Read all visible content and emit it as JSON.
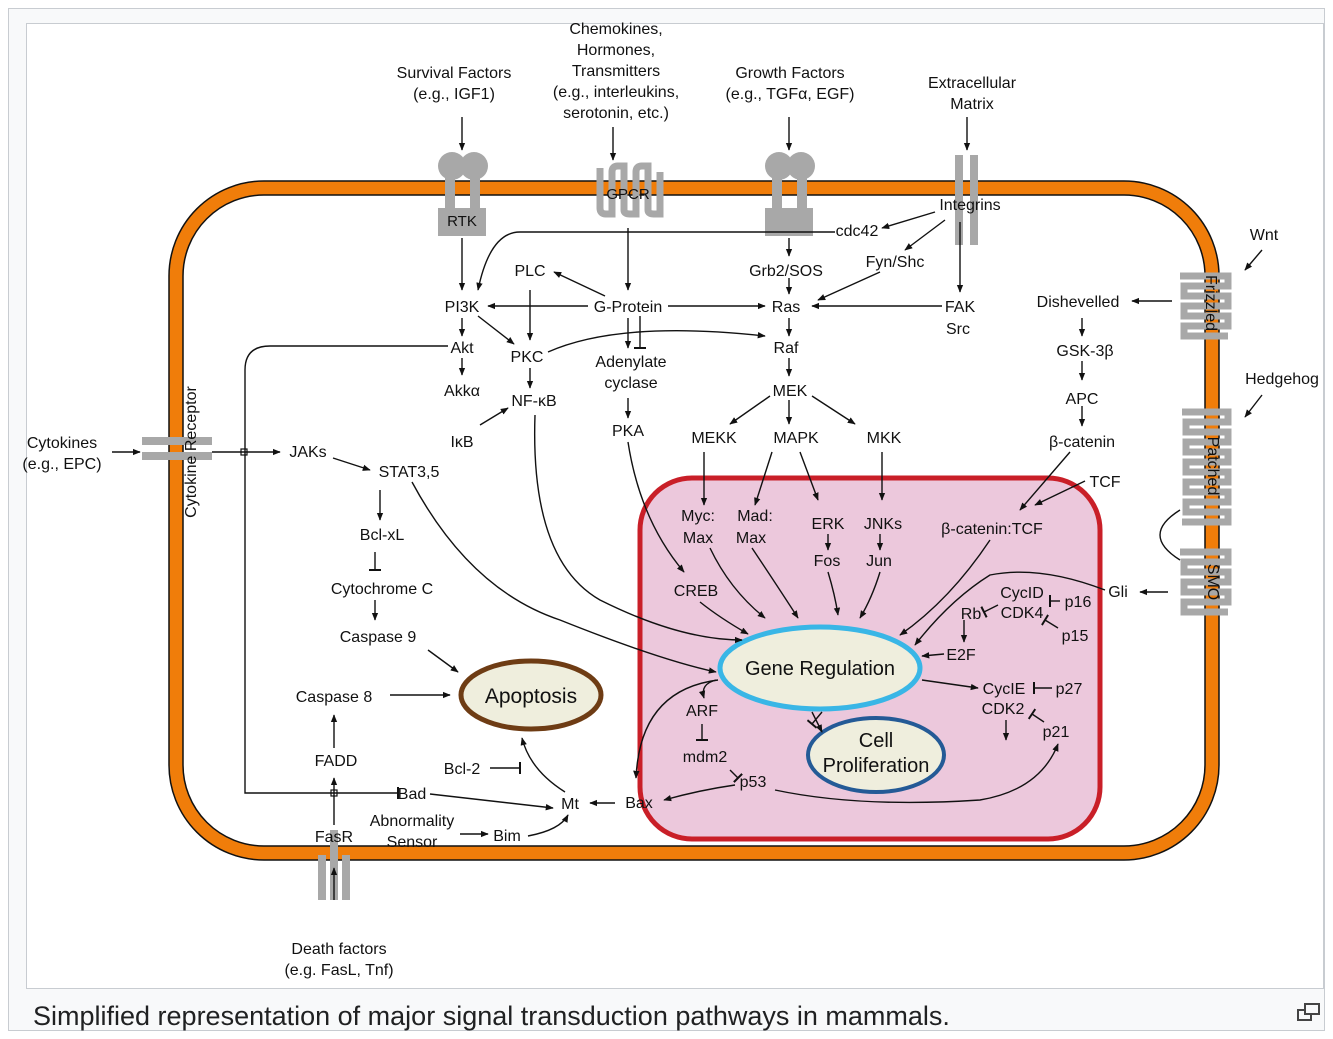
{
  "caption": "Simplified representation of major signal transduction pathways in mammals.",
  "icons": {
    "expand": "enlarge-icon"
  },
  "colors": {
    "membrane": "#f07d0a",
    "nucleus_border": "#c91f28",
    "nucleus_fill": "#ecc8dc",
    "gene_regulation_border": "#39b6e6",
    "apoptosis_border": "#6e3c14",
    "proliferation_border": "#245a96",
    "oval_fill": "#efeedd",
    "receptor": "#a8a8a8"
  },
  "labels": {
    "survival_factors": [
      "Survival Factors",
      "(e.g., IGF1)"
    ],
    "chemokines": [
      "Chemokines,",
      "Hormones,",
      "Transmitters",
      "(e.g., interleukins,",
      "serotonin, etc.)"
    ],
    "growth_factors": [
      "Growth Factors",
      "(e.g., TGFα, EGF)"
    ],
    "extracellular_matrix": [
      "Extracellular",
      "Matrix"
    ],
    "wnt": "Wnt",
    "hedgehog": "Hedgehog",
    "cytokines": [
      "Cytokines",
      "(e.g., EPC)"
    ],
    "death_factors": [
      "Death factors",
      "(e.g. FasL, Tnf)"
    ],
    "rtk": "RTK",
    "gpcr": "GPCR",
    "integrins": "Integrins",
    "frizzled": "Frizzled",
    "patched": "Patched",
    "smo": "SMO",
    "cytokine_receptor": "Cytokine Receptor",
    "fasr": "FasR",
    "cdc42": "cdc42",
    "grb2sos": "Grb2/SOS",
    "fynshc": "Fyn/Shc",
    "plc": "PLC",
    "pi3k": "PI3K",
    "gprotein": "G-Protein",
    "ras": "Ras",
    "fak": "FAK",
    "src": "Src",
    "akt": "Akt",
    "pkc": "PKC",
    "adenylate_cyclase": [
      "Adenylate",
      "cyclase"
    ],
    "raf": "Raf",
    "akka": "Akkα",
    "nfkb": "NF-κB",
    "mek": "MEK",
    "ikb": "IκB",
    "pka": "PKA",
    "mekk": "MEKK",
    "mapk": "MAPK",
    "mkk": "MKK",
    "jaks": "JAKs",
    "stat": "STAT3,5",
    "dishevelled": "Dishevelled",
    "gsk": "GSK-3β",
    "apc": "APC",
    "bcatenin": "β-catenin",
    "tcf": "TCF",
    "bcatenin_tcf": "β-catenin:TCF",
    "myc": "Myc:",
    "mad": "Mad:",
    "max1": "Max",
    "max2": "Max",
    "erk": "ERK",
    "fos": "Fos",
    "jnks": "JNKs",
    "jun": "Jun",
    "gli": "Gli",
    "bclxl": "Bcl-xL",
    "cytochrome": "Cytochrome C",
    "caspase9": "Caspase 9",
    "creb": "CREB",
    "cycld": "CycID",
    "rb": "Rb",
    "cdk4": "CDK4",
    "p16": "p16",
    "p15": "p15",
    "e2f": "E2F",
    "gene_regulation": "Gene Regulation",
    "caspase8": "Caspase 8",
    "apoptosis": "Apoptosis",
    "cycle": "CycIE",
    "p27": "p27",
    "arf": "ARF",
    "cdk2": "CDK2",
    "p21": "p21",
    "cell_proliferation": [
      "Cell",
      "Proliferation"
    ],
    "fadd": "FADD",
    "bcl2": "Bcl-2",
    "mdm2": "mdm2",
    "p53": "p53",
    "bad": "Bad",
    "mt": "Mt",
    "bax": "Bax",
    "abnormality_sensor": [
      "Abnormality",
      "Sensor"
    ],
    "bim": "Bim"
  }
}
